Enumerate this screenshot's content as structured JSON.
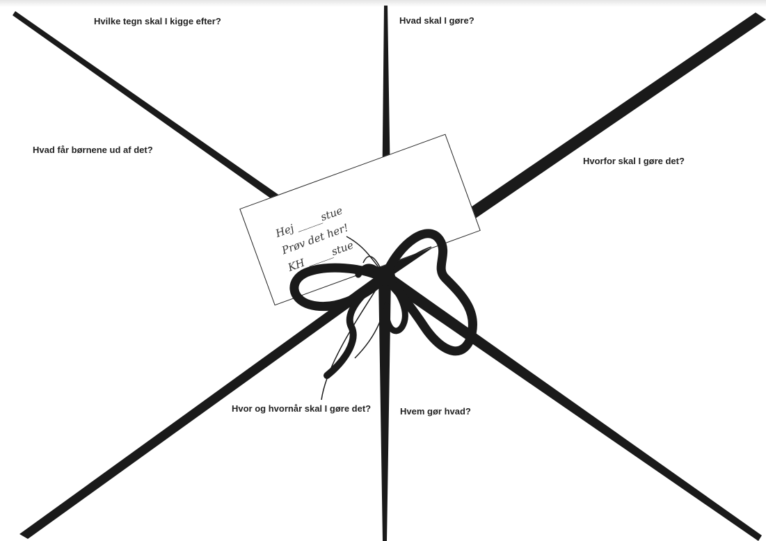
{
  "questions": {
    "top_left": "Hvilke tegn skal I kigge efter?",
    "top_right": "Hvad skal I gøre?",
    "left": "Hvad får børnene ud af det?",
    "right": "Hvorfor skal I gøre det?",
    "bottom_left": "Hvor og hvornår skal I gøre det?",
    "bottom_right": "Hvem gør hvad?"
  },
  "card": {
    "line1": "Hej _____stue",
    "line2": "Prøv det her!",
    "line3": "KH _____stue"
  },
  "colors": {
    "ribbon": "#1a1a1a",
    "text": "#222222",
    "background": "#ffffff"
  }
}
